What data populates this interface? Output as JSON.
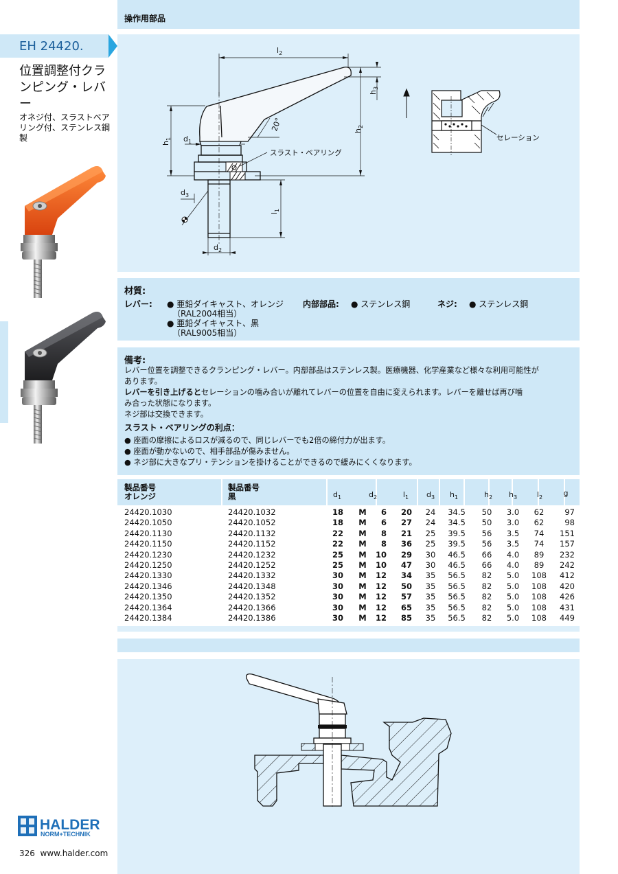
{
  "header": {
    "category": "操作用部品"
  },
  "product": {
    "code": "EH 24420.",
    "title": "位置調整付クランピング・レバー",
    "subtitle": "オネジ付、スラストベアリング付、ステンレス鋼製"
  },
  "drawing": {
    "labels": {
      "l2": "l",
      "l2_sub": "2",
      "h3": "h",
      "h3_sub": "3",
      "h2": "h",
      "h2_sub": "2",
      "h1": "h",
      "h1_sub": "1",
      "d1": "d",
      "d1_sub": "1",
      "d3": "d",
      "d3_sub": "3",
      "l1": "l",
      "l1_sub": "1",
      "d2": "d",
      "d2_sub": "2",
      "angle": "20°",
      "thrust_bearing": "スラスト・ベアリング",
      "serration": "セレーション"
    }
  },
  "materials": {
    "heading": "材質:",
    "lever_label": "レバー:",
    "lever_items": [
      "● 亜鉛ダイキャスト、オレンジ",
      "（RAL2004相当）",
      "● 亜鉛ダイキャスト、黒",
      "（RAL9005相当）"
    ],
    "internal_label": "内部部品:",
    "internal_value": "● ステンレス鋼",
    "screw_label": "ネジ:",
    "screw_value": "● ステンレス鋼"
  },
  "notes": {
    "heading": "備考:",
    "line1": "レバー位置を調整できるクランピング・レバー。内部部品はステンレス製。医療機器、化学産業など様々な利用可能性が",
    "line2": "あります。",
    "line3_bold": "レバーを引き上げると",
    "line3_rest": "セレーションの噛み合いが離れてレバーの位置を自由に変えられます。レバーを離せば再び噛",
    "line4": "み合った状態になります。",
    "line5": "ネジ部は交換できます。",
    "advantages_heading": "スラスト・ベアリングの利点：",
    "adv1": "● 座面の摩擦によるロスが減るので、同じレバーでも2倍の締付力が出ます。",
    "adv2": "● 座面が動かないので、相手部品が傷みません。",
    "adv3": "● ネジ部に大きなプリ・テンションを掛けることができるので緩みにくくなります。"
  },
  "table": {
    "col_orange": "製品番号\nオレンジ",
    "col_orange_1": "製品番号",
    "col_orange_2": "オレンジ",
    "col_black_1": "製品番号",
    "col_black_2": "黒",
    "cols": [
      {
        "main": "d",
        "sub": "1"
      },
      {
        "main": "d",
        "sub": "2"
      },
      {
        "main": "l",
        "sub": "1"
      },
      {
        "main": "d",
        "sub": "3"
      },
      {
        "main": "h",
        "sub": "1"
      },
      {
        "main": "h",
        "sub": "2"
      },
      {
        "main": "h",
        "sub": "3"
      },
      {
        "main": "l",
        "sub": "2"
      },
      {
        "main": "g",
        "sub": ""
      }
    ],
    "rows": [
      [
        "24420.1030",
        "24420.1032",
        "18",
        "M",
        "6",
        "20",
        "24",
        "34.5",
        "50",
        "3.0",
        "62",
        "97"
      ],
      [
        "24420.1050",
        "24420.1052",
        "18",
        "M",
        "6",
        "27",
        "24",
        "34.5",
        "50",
        "3.0",
        "62",
        "98"
      ],
      [
        "24420.1130",
        "24420.1132",
        "22",
        "M",
        "8",
        "21",
        "25",
        "39.5",
        "56",
        "3.5",
        "74",
        "151"
      ],
      [
        "24420.1150",
        "24420.1152",
        "22",
        "M",
        "8",
        "36",
        "25",
        "39.5",
        "56",
        "3.5",
        "74",
        "157"
      ],
      [
        "24420.1230",
        "24420.1232",
        "25",
        "M",
        "10",
        "29",
        "30",
        "46.5",
        "66",
        "4.0",
        "89",
        "232"
      ],
      [
        "24420.1250",
        "24420.1252",
        "25",
        "M",
        "10",
        "47",
        "30",
        "46.5",
        "66",
        "4.0",
        "89",
        "242"
      ],
      [
        "24420.1330",
        "24420.1332",
        "30",
        "M",
        "12",
        "34",
        "35",
        "56.5",
        "82",
        "5.0",
        "108",
        "412"
      ],
      [
        "24420.1346",
        "24420.1348",
        "30",
        "M",
        "12",
        "50",
        "35",
        "56.5",
        "82",
        "5.0",
        "108",
        "420"
      ],
      [
        "24420.1350",
        "24420.1352",
        "30",
        "M",
        "12",
        "57",
        "35",
        "56.5",
        "82",
        "5.0",
        "108",
        "426"
      ],
      [
        "24420.1364",
        "24420.1366",
        "30",
        "M",
        "12",
        "65",
        "35",
        "56.5",
        "82",
        "5.0",
        "108",
        "431"
      ],
      [
        "24420.1384",
        "24420.1386",
        "30",
        "M",
        "12",
        "85",
        "35",
        "56.5",
        "82",
        "5.0",
        "108",
        "449"
      ]
    ]
  },
  "brand": {
    "name": "HALDER",
    "tagline": "NORM+TECHNIK"
  },
  "footer": {
    "page": "326",
    "url": "www.halder.com"
  },
  "colors": {
    "accent": "#2aa6e0",
    "panel": "#cfe8f7",
    "orange": "#e9541c",
    "black_lever": "#2b2b2e",
    "logo_blue": "#1e6fb8"
  }
}
